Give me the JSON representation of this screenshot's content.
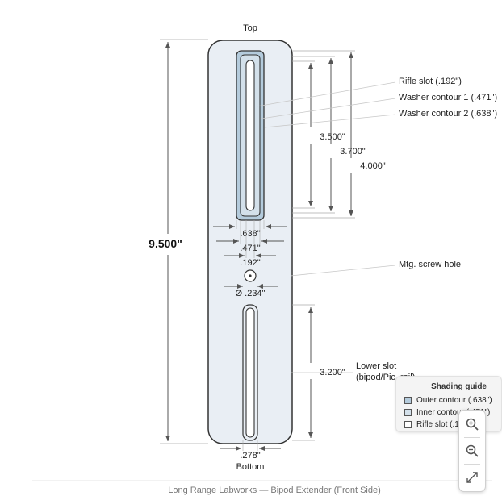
{
  "diagram": {
    "top_label": "Top",
    "bottom_label": "Bottom",
    "overall_length": "9.500\"",
    "upper_dims": [
      "3.500\"",
      "3.700\"",
      "4.000\""
    ],
    "slot_widths": [
      ".638\"",
      ".471\"",
      ".192\""
    ],
    "hole_dia": "Ø .234\"",
    "lower_slot_length": "3.200\"",
    "lower_slot_width": ".278\"",
    "callouts": {
      "rifle_slot": "Rifle slot (.192\")",
      "washer1": "Washer contour 1 (.471\")",
      "washer2": "Washer contour 2 (.638\")",
      "mtg_hole": "Mtg. screw hole",
      "lower_slot_line1": "Lower slot",
      "lower_slot_line2": "(bipod/Pic. rail)"
    },
    "caption": "Long Range Labworks — Bipod Extender (Front Side)"
  },
  "legend": {
    "title": "Shading guide",
    "items": [
      {
        "label": "Outer contour (.638\")",
        "color": "#b4cbdc"
      },
      {
        "label": "Inner contour (.471\")",
        "color": "#d3e0ea"
      },
      {
        "label": "Rifle slot (.192\")",
        "color": "#ffffff"
      }
    ]
  },
  "colors": {
    "body_fill": "#e9eef4",
    "outline": "#333333",
    "dim_line": "#555555",
    "leader": "#c8c8c8"
  },
  "icons": {
    "zoom_in": "zoom-in-icon",
    "zoom_out": "zoom-out-icon",
    "fit": "fit-screen-icon"
  }
}
